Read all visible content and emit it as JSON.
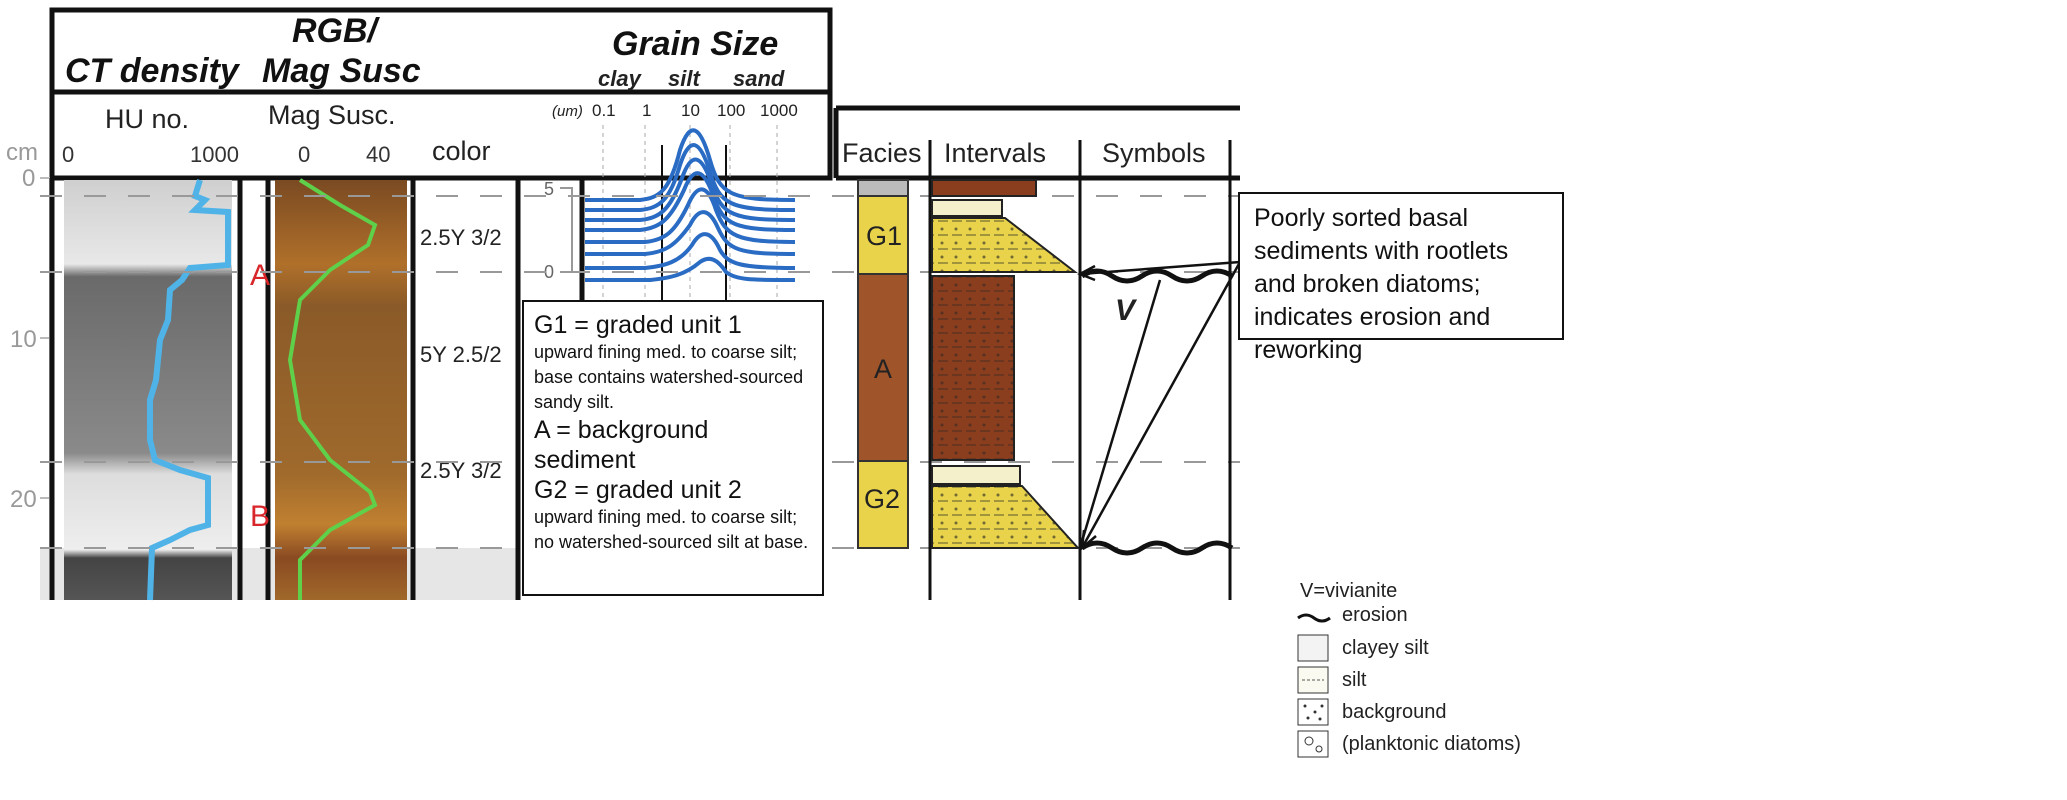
{
  "header": {
    "ct_title": "CT density",
    "rgb_title_line1": "RGB/",
    "rgb_title_line2": "Mag Susc",
    "grain_title": "Grain Size",
    "grain_classes": [
      "clay",
      "silt",
      "sand"
    ]
  },
  "axes": {
    "depth_unit": "cm",
    "depth_ticks": [
      "0",
      "10",
      "20"
    ],
    "hu_label": "HU no.",
    "hu_ticks": [
      "0",
      "1000"
    ],
    "mag_label": "Mag Susc.",
    "mag_ticks": [
      "0",
      "40"
    ],
    "color_label": "color",
    "grain_unit": "(um)",
    "grain_ticks": [
      "0.1",
      "1",
      "10",
      "100",
      "1000"
    ],
    "grain_y_ticks": [
      "5",
      "0"
    ]
  },
  "ct_markers": [
    "A",
    "B"
  ],
  "colors_munsell": [
    "2.5Y 3/2",
    "5Y 2.5/2",
    "2.5Y 3/2"
  ],
  "units_box": {
    "g1_title": "G1 = graded unit 1",
    "g1_desc": "upward fining med. to coarse silt; base contains watershed-sourced sandy silt.",
    "a_title": "A = background sediment",
    "g2_title": "G2 = graded unit 2",
    "g2_desc": "upward fining med. to coarse silt; no watershed-sourced silt at base."
  },
  "strat": {
    "headers": [
      "Facies",
      "Intervals",
      "Symbols"
    ],
    "facies": [
      "G1",
      "A",
      "G2"
    ],
    "symbol_v": "V"
  },
  "callout": "Poorly sorted basal sediments with rootlets and broken diatoms; indicates erosion and reworking",
  "legend": {
    "title": "V=vivianite",
    "items": [
      "erosion",
      "clayey silt",
      "silt",
      "background",
      "(planktonic diatoms)"
    ]
  },
  "palette": {
    "ct_line": "#4fb3e8",
    "mag_line": "#5fd04a",
    "grain": "#2a6bc4",
    "marker": "#d8262a",
    "yellow": "#e8d34a",
    "brown": "#8a3e1e"
  }
}
